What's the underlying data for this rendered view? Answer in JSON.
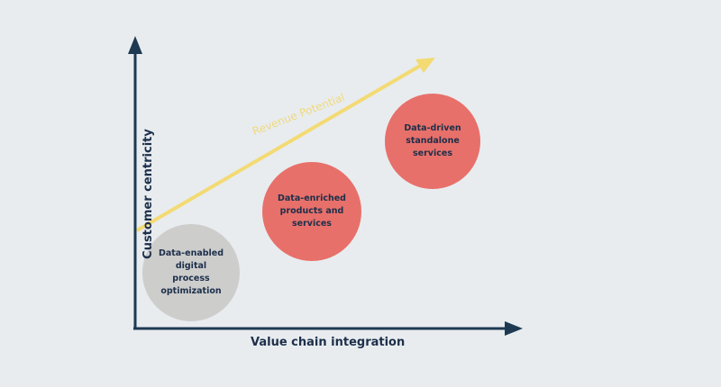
{
  "axes": {
    "x_label": "Value chain integration",
    "y_label": "Customer centricity"
  },
  "trend": {
    "label": "Revenue Potential",
    "color": "#f3da73"
  },
  "bubbles": [
    {
      "label": "Data-enabled\ndigital\nprocess\noptimization",
      "color": "#cdcdcc"
    },
    {
      "label": "Data-enriched\nproducts and\nservices",
      "color": "#e8706a"
    },
    {
      "label": "Data-driven\nstandalone\nservices",
      "color": "#e8706a"
    }
  ],
  "colors": {
    "background": "#e8ecef",
    "axis": "#1d3a52",
    "text": "#1d2f4a"
  }
}
